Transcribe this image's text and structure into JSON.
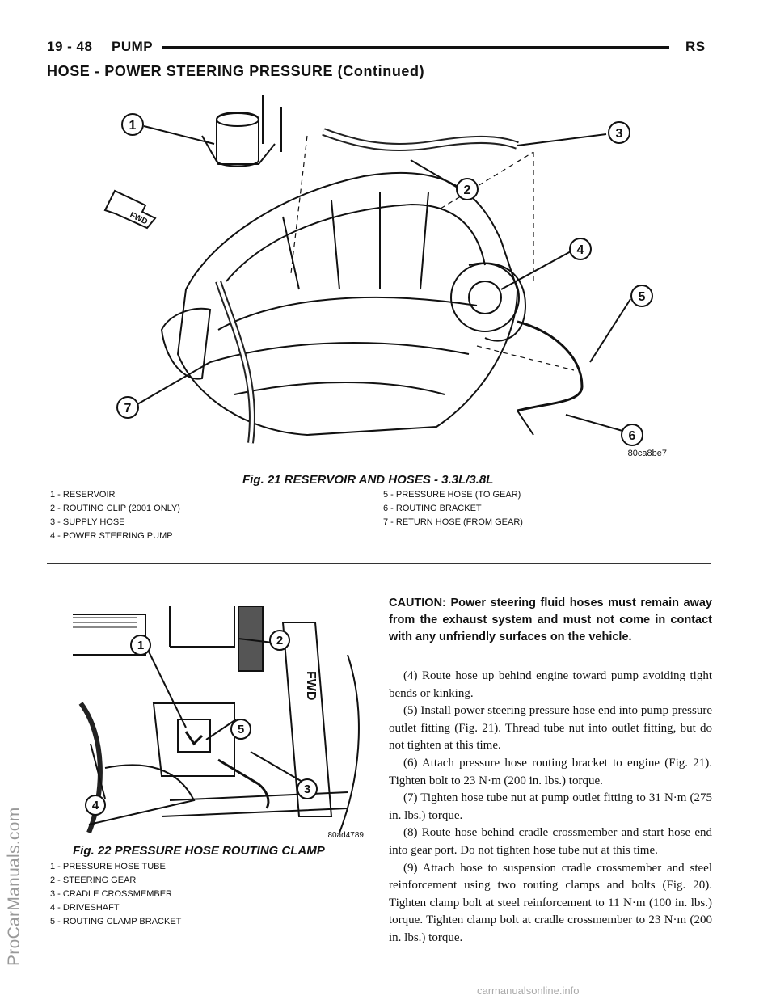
{
  "header": {
    "page_number": "19 - 48",
    "section": "PUMP",
    "code": "RS"
  },
  "section_title": "HOSE - POWER STEERING PRESSURE (Continued)",
  "figure21": {
    "image_code": "80ca8be7",
    "fwd_label": "FWD",
    "callouts": [
      "1",
      "2",
      "3",
      "4",
      "5",
      "6",
      "7"
    ],
    "caption": "Fig. 21 RESERVOIR AND HOSES - 3.3L/3.8L",
    "legend_left": [
      "1 - RESERVOIR",
      "2 - ROUTING CLIP (2001 ONLY)",
      "3 - SUPPLY HOSE",
      "4 - POWER STEERING PUMP"
    ],
    "legend_right": [
      "5 - PRESSURE HOSE (TO GEAR)",
      "6 - ROUTING BRACKET",
      "7 - RETURN HOSE (FROM GEAR)"
    ]
  },
  "figure22": {
    "image_code": "80ad4789",
    "fwd_label": "FWD",
    "callouts": [
      "1",
      "2",
      "3",
      "4",
      "5"
    ],
    "caption": "Fig. 22 PRESSURE HOSE ROUTING CLAMP",
    "legend": [
      "1 - PRESSURE HOSE TUBE",
      "2 - STEERING GEAR",
      "3 - CRADLE CROSSMEMBER",
      "4 - DRIVESHAFT",
      "5 - ROUTING CLAMP BRACKET"
    ]
  },
  "caution": "CAUTION: Power steering fluid hoses must remain away from the exhaust system and must not come in contact with any unfriendly surfaces on the vehicle.",
  "steps": [
    "(4) Route hose up behind engine toward pump avoiding tight bends or kinking.",
    "(5) Install power steering pressure hose end into pump pressure outlet fitting (Fig. 21). Thread tube nut into outlet fitting, but do not tighten at this time.",
    "(6) Attach pressure hose routing bracket to engine (Fig. 21). Tighten bolt to 23 N·m (200 in. lbs.) torque.",
    "(7) Tighten hose tube nut at pump outlet fitting to 31 N·m (275 in. lbs.) torque.",
    "(8) Route hose behind cradle crossmember and start hose end into gear port. Do not tighten hose tube nut at this time.",
    "(9) Attach hose to suspension cradle crossmember and steel reinforcement using two routing clamps and bolts (Fig. 20). Tighten clamp bolt at steel reinforcement to 11 N·m (100 in. lbs.) torque. Tighten clamp bolt at cradle crossmember to 23 N·m (200 in. lbs.) torque."
  ],
  "watermark_side": "ProCarManuals.com",
  "watermark_footer": "carmanualsonline.info"
}
